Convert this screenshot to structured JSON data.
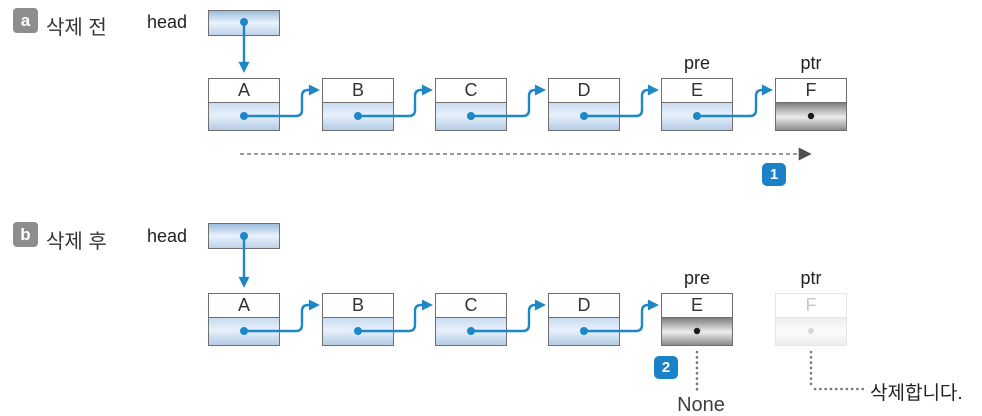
{
  "colors": {
    "arrow_blue": "#1e87c8",
    "node_border": "#6f6f6f",
    "section_badge_gray": "#8d8d8d",
    "step_badge_blue": "#1a82c6",
    "dashed_line_gray": "#999999",
    "dashed_arrowhead_gray": "#4f4f4f",
    "link_cell_blue_gradient": [
      "#c9dbf0",
      "#e8f1fb",
      "#b4cbe6"
    ],
    "link_cell_gray_gradient": [
      "#7e7e7e",
      "#ececec",
      "#8b8b8b"
    ]
  },
  "section_a": {
    "badge": "a",
    "title": "삭제 전",
    "head_label": "head",
    "pre_label": "pre",
    "ptr_label": "ptr",
    "nodes": [
      "A",
      "B",
      "C",
      "D",
      "E",
      "F"
    ],
    "step_badge": "1"
  },
  "section_b": {
    "badge": "b",
    "title": "삭제 후",
    "head_label": "head",
    "pre_label": "pre",
    "ptr_label": "ptr",
    "nodes": [
      "A",
      "B",
      "C",
      "D",
      "E",
      "F"
    ],
    "step_badge": "2",
    "none_label": "None",
    "delete_note": "삭제합니다."
  }
}
